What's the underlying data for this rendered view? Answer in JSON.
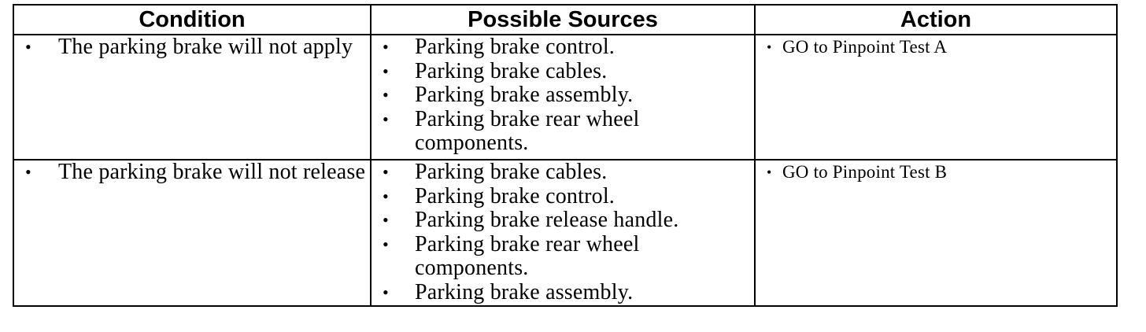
{
  "table": {
    "headers": [
      "Condition",
      "Possible Sources",
      "Action"
    ],
    "rows": [
      {
        "condition": "The parking brake will not apply",
        "sources": [
          "Parking brake control.",
          "Parking brake cables.",
          "Parking brake assembly.",
          "Parking brake rear wheel components."
        ],
        "action": "GO to Pinpoint Test A"
      },
      {
        "condition": "The parking brake will not release",
        "sources": [
          "Parking brake cables.",
          "Parking brake control.",
          "Parking brake release handle.",
          "Parking brake rear wheel components.",
          "Parking brake assembly."
        ],
        "action": "GO to Pinpoint Test B"
      }
    ]
  }
}
